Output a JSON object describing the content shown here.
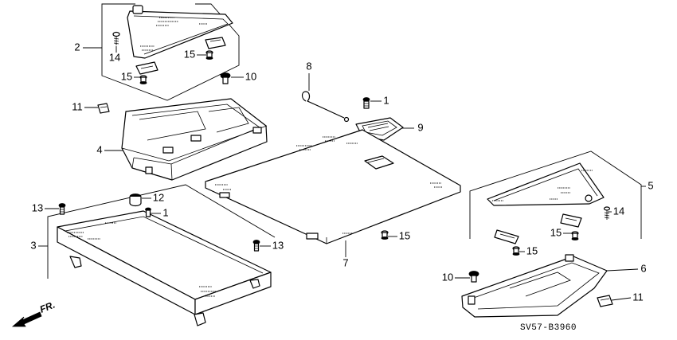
{
  "callouts": [
    {
      "label": "2"
    },
    {
      "label": "14"
    },
    {
      "label": "15"
    },
    {
      "label": "15"
    },
    {
      "label": "10"
    },
    {
      "label": "8"
    },
    {
      "label": "1"
    },
    {
      "label": "11"
    },
    {
      "label": "9"
    },
    {
      "label": "4"
    },
    {
      "label": "5"
    },
    {
      "label": "12"
    },
    {
      "label": "13"
    },
    {
      "label": "1"
    },
    {
      "label": "14"
    },
    {
      "label": "3"
    },
    {
      "label": "15"
    },
    {
      "label": "13"
    },
    {
      "label": "15"
    },
    {
      "label": "15"
    },
    {
      "label": "7"
    },
    {
      "label": "6"
    },
    {
      "label": "10"
    },
    {
      "label": "11"
    }
  ],
  "direction": {
    "label": "FR."
  },
  "diagram_code": "SV57-B3960",
  "colors": {
    "line": "#000000",
    "background": "#ffffff"
  }
}
